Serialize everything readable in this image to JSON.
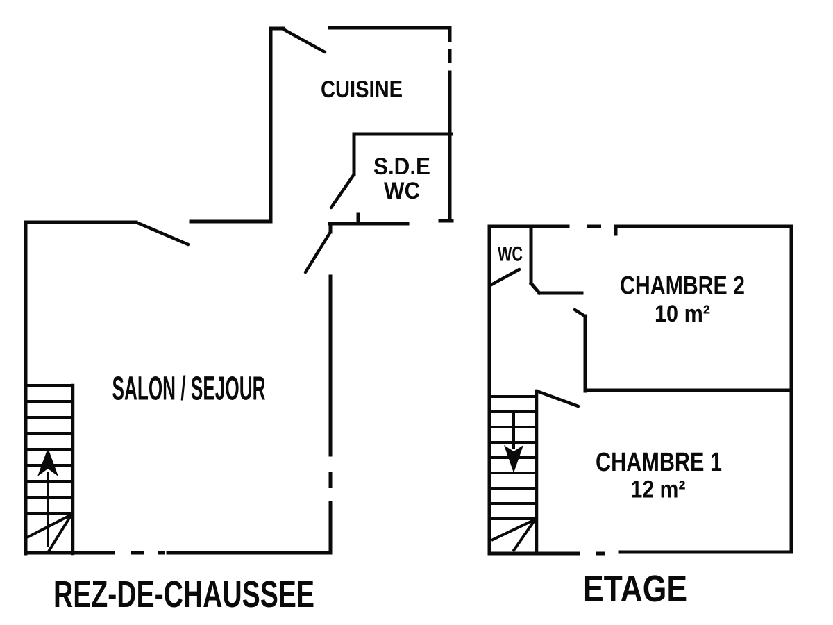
{
  "ground_floor": {
    "title": "REZ-DE-CHAUSSEE",
    "rooms": {
      "cuisine": "CUISINE",
      "sde_line1": "S.D.E",
      "sde_line2": "WC",
      "salon": "SALON / SEJOUR"
    },
    "stairs_direction": "up"
  },
  "upper_floor": {
    "title": "ETAGE",
    "rooms": {
      "wc": "WC",
      "chambre2": "CHAMBRE 2",
      "chambre2_area": "10 m²",
      "chambre1": "CHAMBRE 1",
      "chambre1_area": "12 m²"
    },
    "stairs_direction": "down"
  },
  "icons": {
    "rdc_stairs_arrow": "arrow-up",
    "etage_stairs_arrow": "arrow-down"
  },
  "colors": {
    "line": "#0a0a0a",
    "background": "#ffffff"
  }
}
